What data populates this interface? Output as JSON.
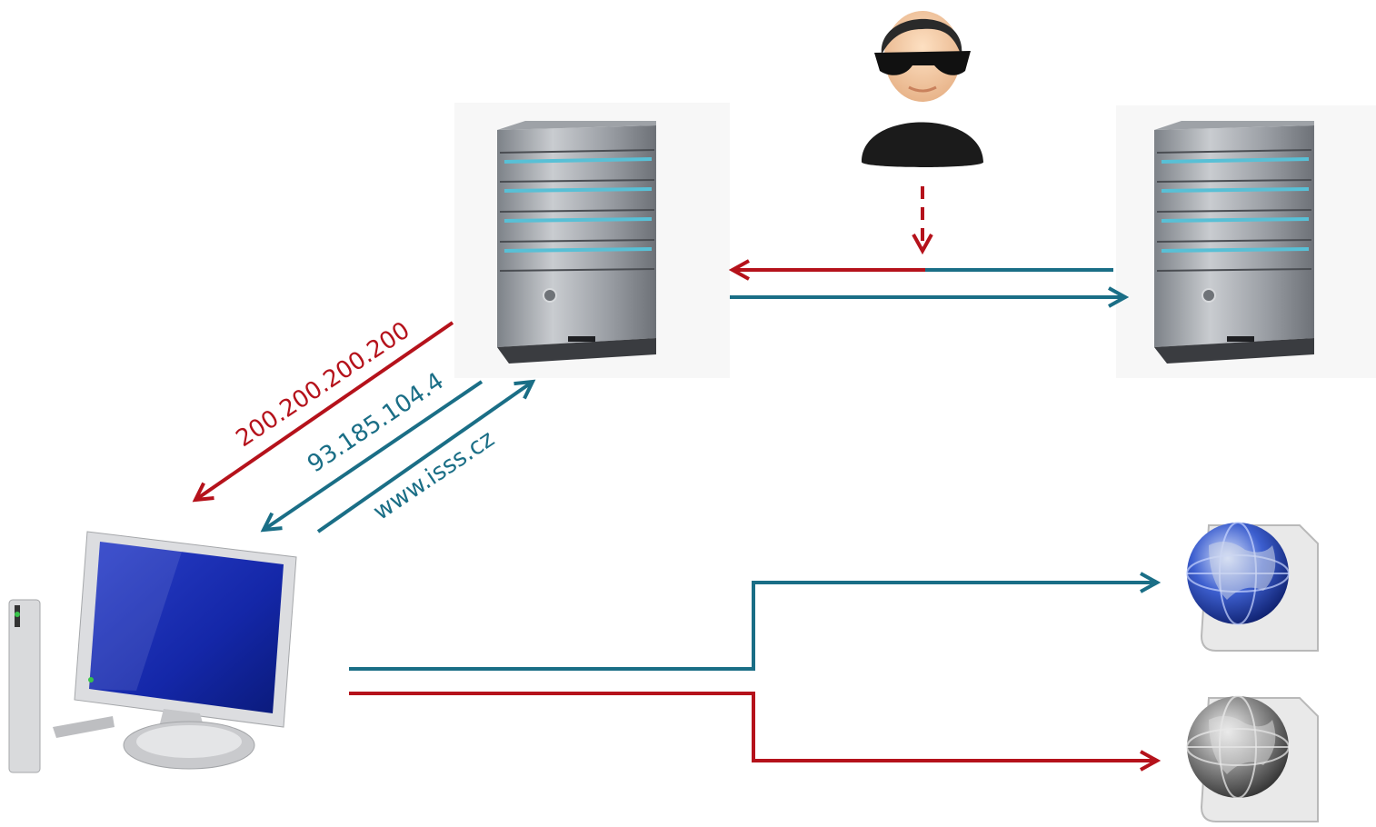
{
  "labels": {
    "fake_ip": "200.200.200.200",
    "real_ip": "93.185.104.4",
    "domain": "www.isss.cz"
  },
  "colors": {
    "legit": "#1a6e86",
    "malicious": "#b5121b"
  },
  "icons": {
    "dns_server": "server-tower-icon",
    "authoritative_server": "server-tower-icon",
    "attacker": "hacker-sunglasses-icon",
    "client": "desktop-computer-icon",
    "legit_site": "blue-globe-document-icon",
    "fake_site": "gray-globe-document-icon"
  }
}
